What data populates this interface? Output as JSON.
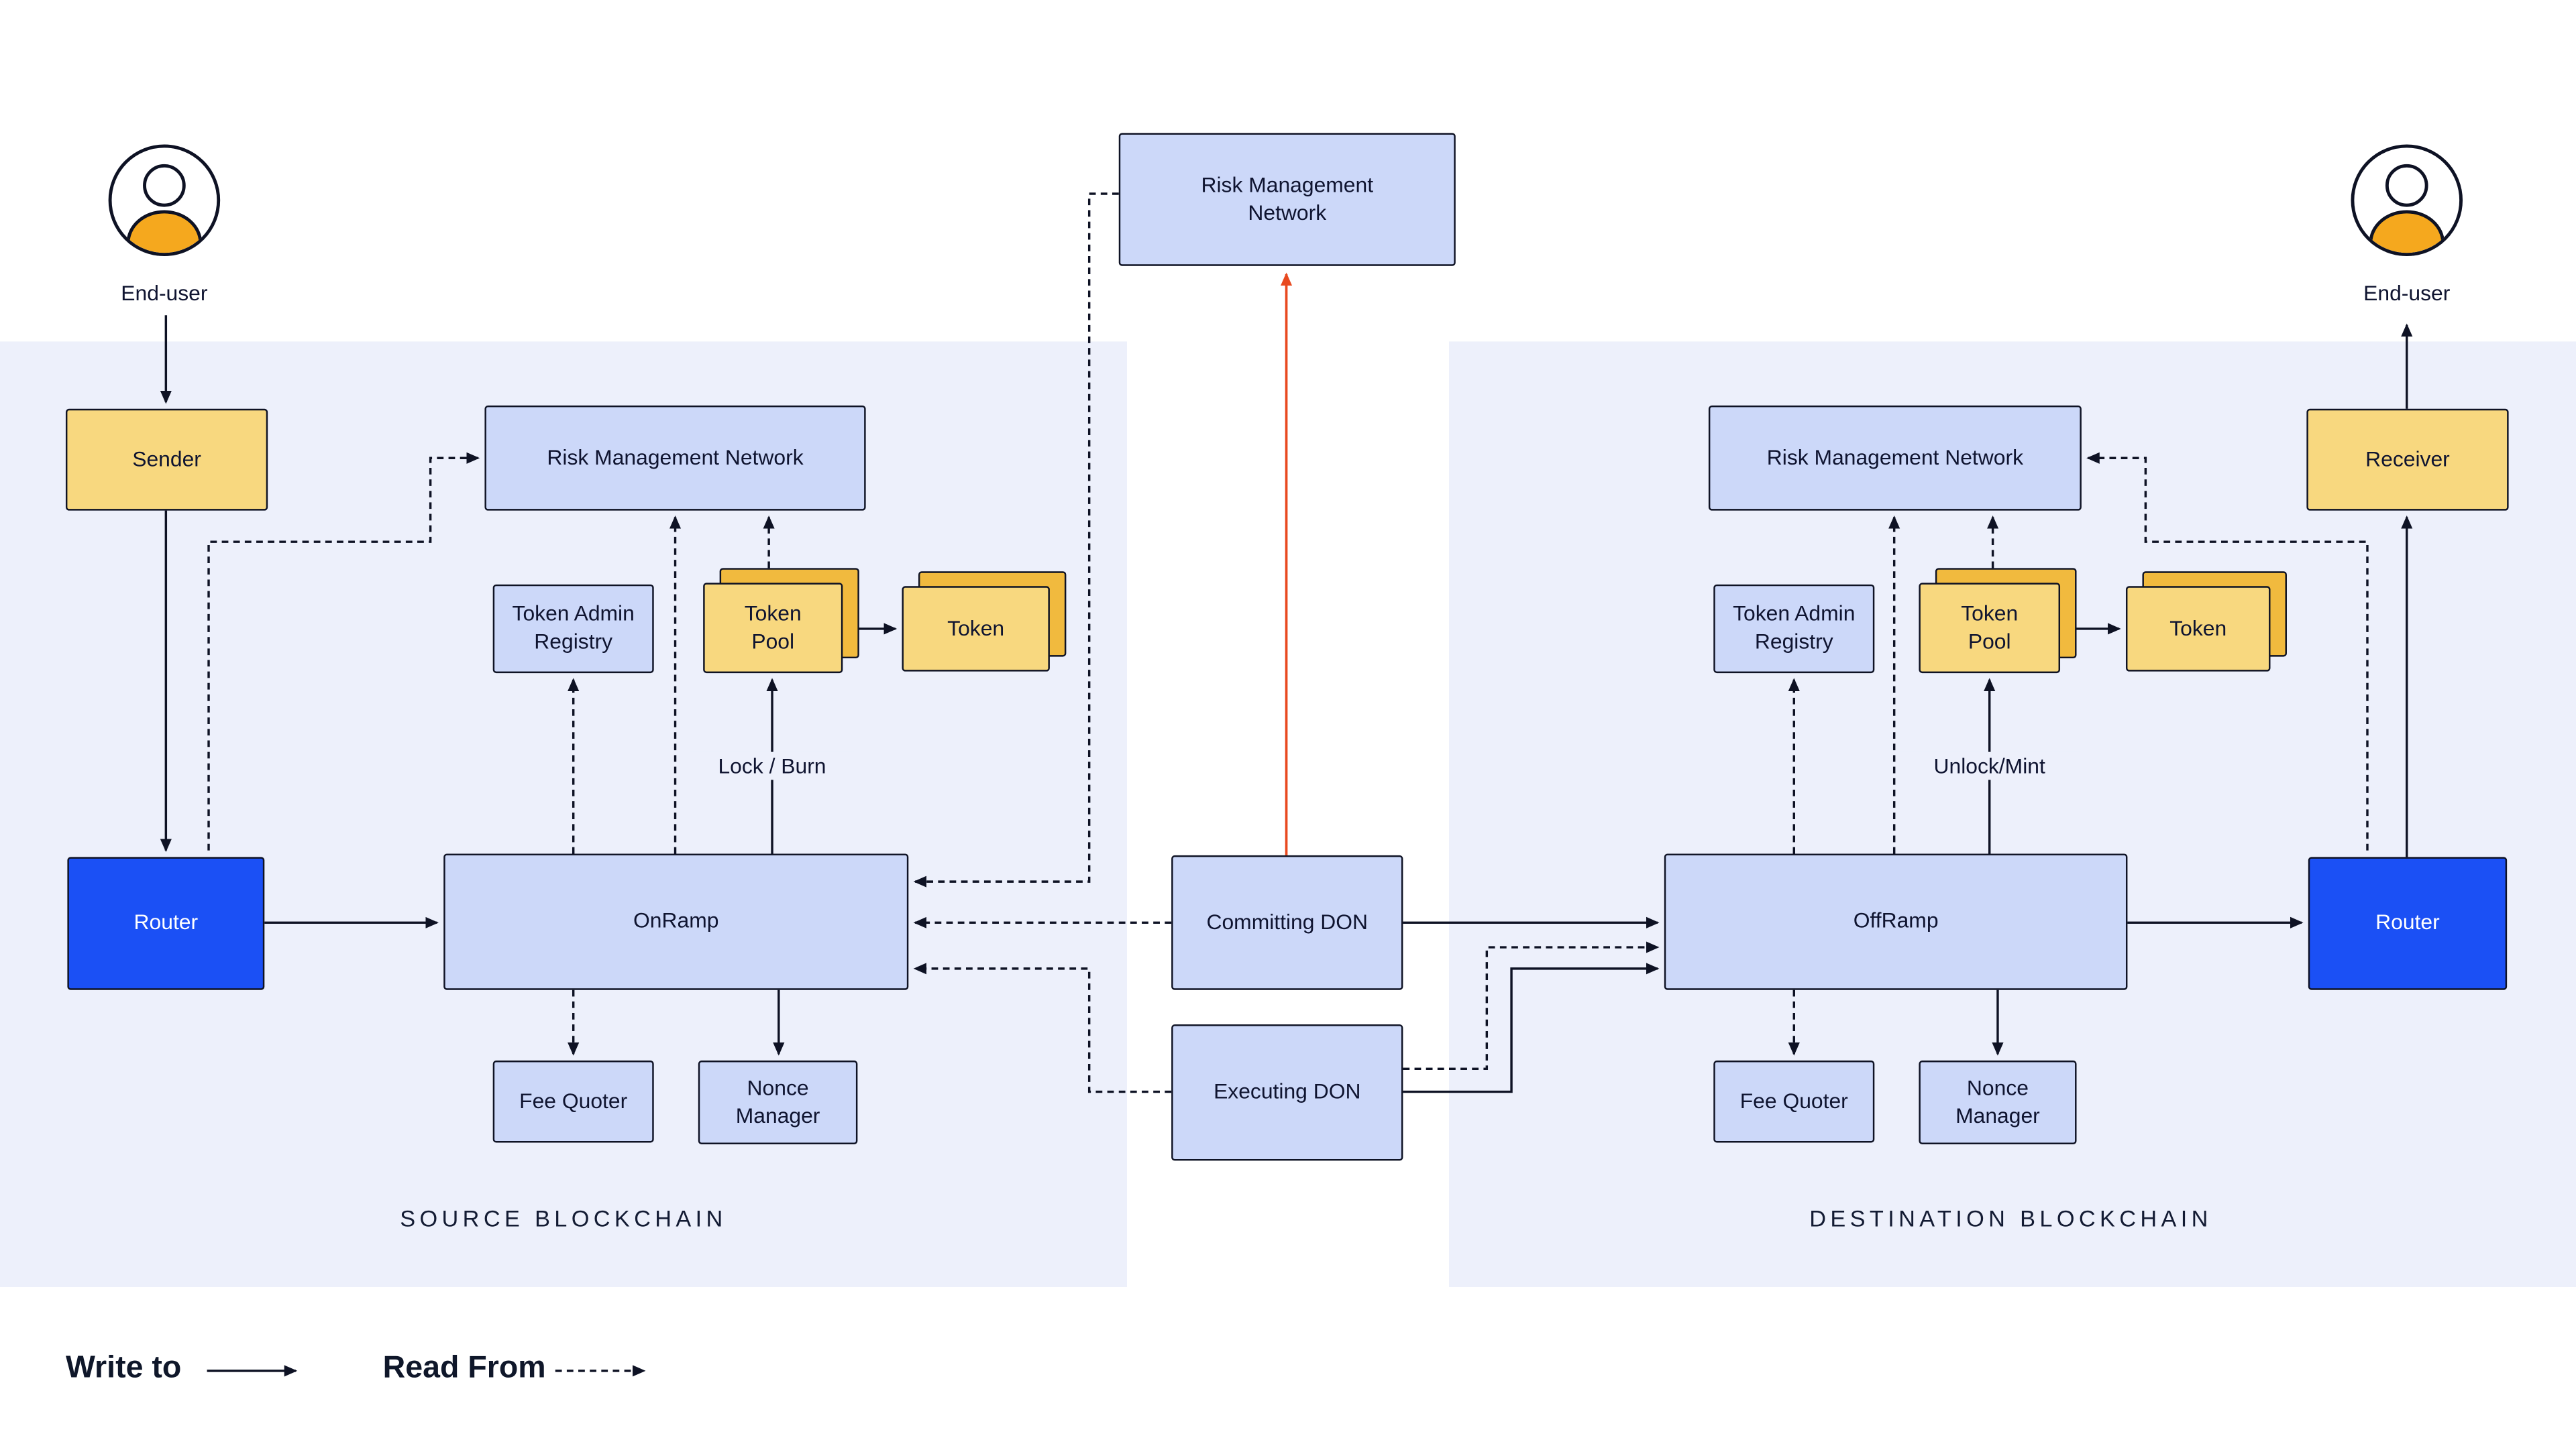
{
  "colors": {
    "panel": "#edf0fb",
    "lavender": "#ccd8f9",
    "gold": "#f8d87f",
    "gold_deep": "#f1ba3e",
    "blue": "#1b50f5",
    "red": "#e8491f",
    "line": "#0e1224",
    "ink": "#0f1430"
  },
  "legend": {
    "write_to": "Write to",
    "read_from": "Read From"
  },
  "end_user_left": "End-user",
  "end_user_right": "End-user",
  "risk_network_top": "Risk Management Network",
  "committing_don": "Committing DON",
  "executing_don": "Executing DON",
  "source": {
    "title": "SOURCE BLOCKCHAIN",
    "sender": "Sender",
    "risk_network": "Risk Management Network",
    "token_admin_registry": "Token Admin Registry",
    "token_pool": "Token Pool",
    "token": "Token",
    "edge_label": "Lock / Burn",
    "router": "Router",
    "ramp": "OnRamp",
    "fee_quoter": "Fee Quoter",
    "nonce_manager": "Nonce Manager"
  },
  "destination": {
    "title": "DESTINATION BLOCKCHAIN",
    "receiver": "Receiver",
    "risk_network": "Risk Management Network",
    "token_admin_registry": "Token Admin Registry",
    "token_pool": "Token Pool",
    "token": "Token",
    "edge_label": "Unlock/Mint",
    "router": "Router",
    "ramp": "OffRamp",
    "fee_quoter": "Fee Quoter",
    "nonce_manager": "Nonce Manager"
  }
}
